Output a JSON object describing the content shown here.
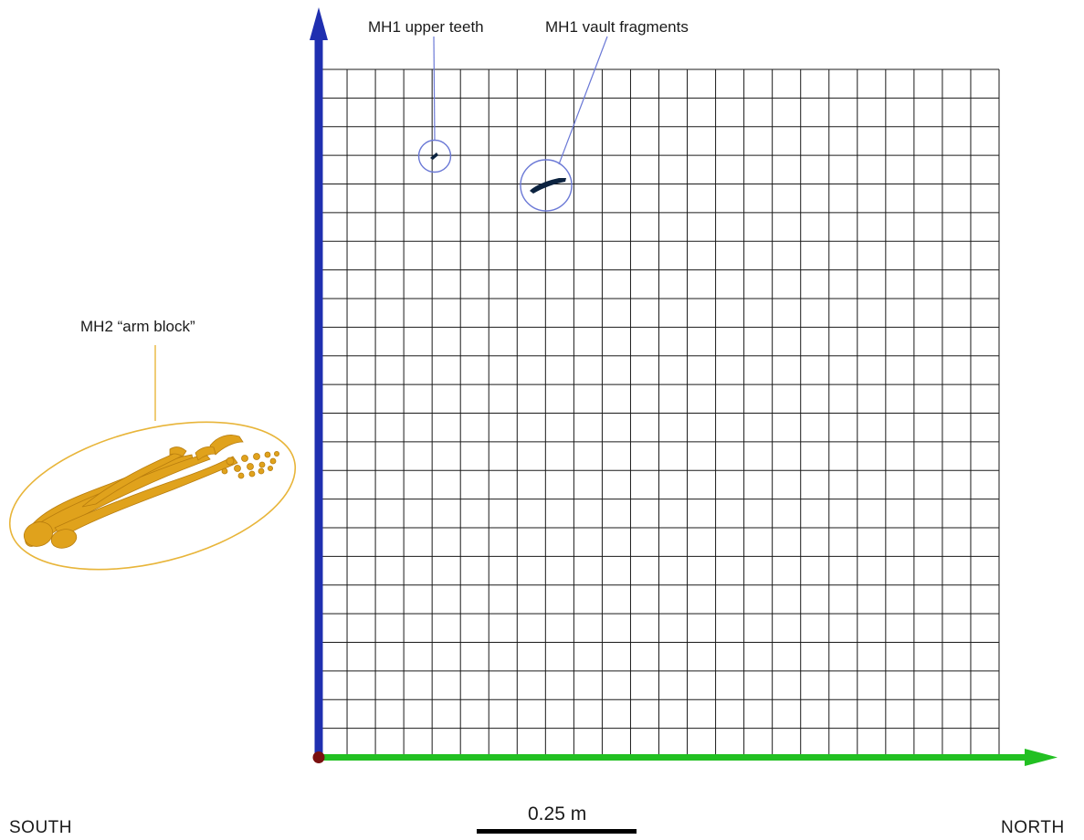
{
  "labels": {
    "teeth": "MH1 upper teeth",
    "vault": "MH1 vault fragments",
    "arm": "MH2 “arm block”"
  },
  "directions": {
    "south": "SOUTH",
    "north": "NORTH"
  },
  "scale_bar": {
    "label": "0.25 m",
    "length_m": 0.25
  },
  "grid": {
    "columns": 24,
    "rows": 24
  },
  "colors": {
    "grid_line": "#1a1a1a",
    "vertical_axis": "#1f2fb0",
    "horizontal_axis": "#22c022",
    "origin": "#7a1010",
    "mh1_callout": "#6b79d6",
    "mh1_specimen": "#0c2340",
    "mh2_callout": "#e8b53a",
    "mh2_specimen": "#e0a21c"
  }
}
